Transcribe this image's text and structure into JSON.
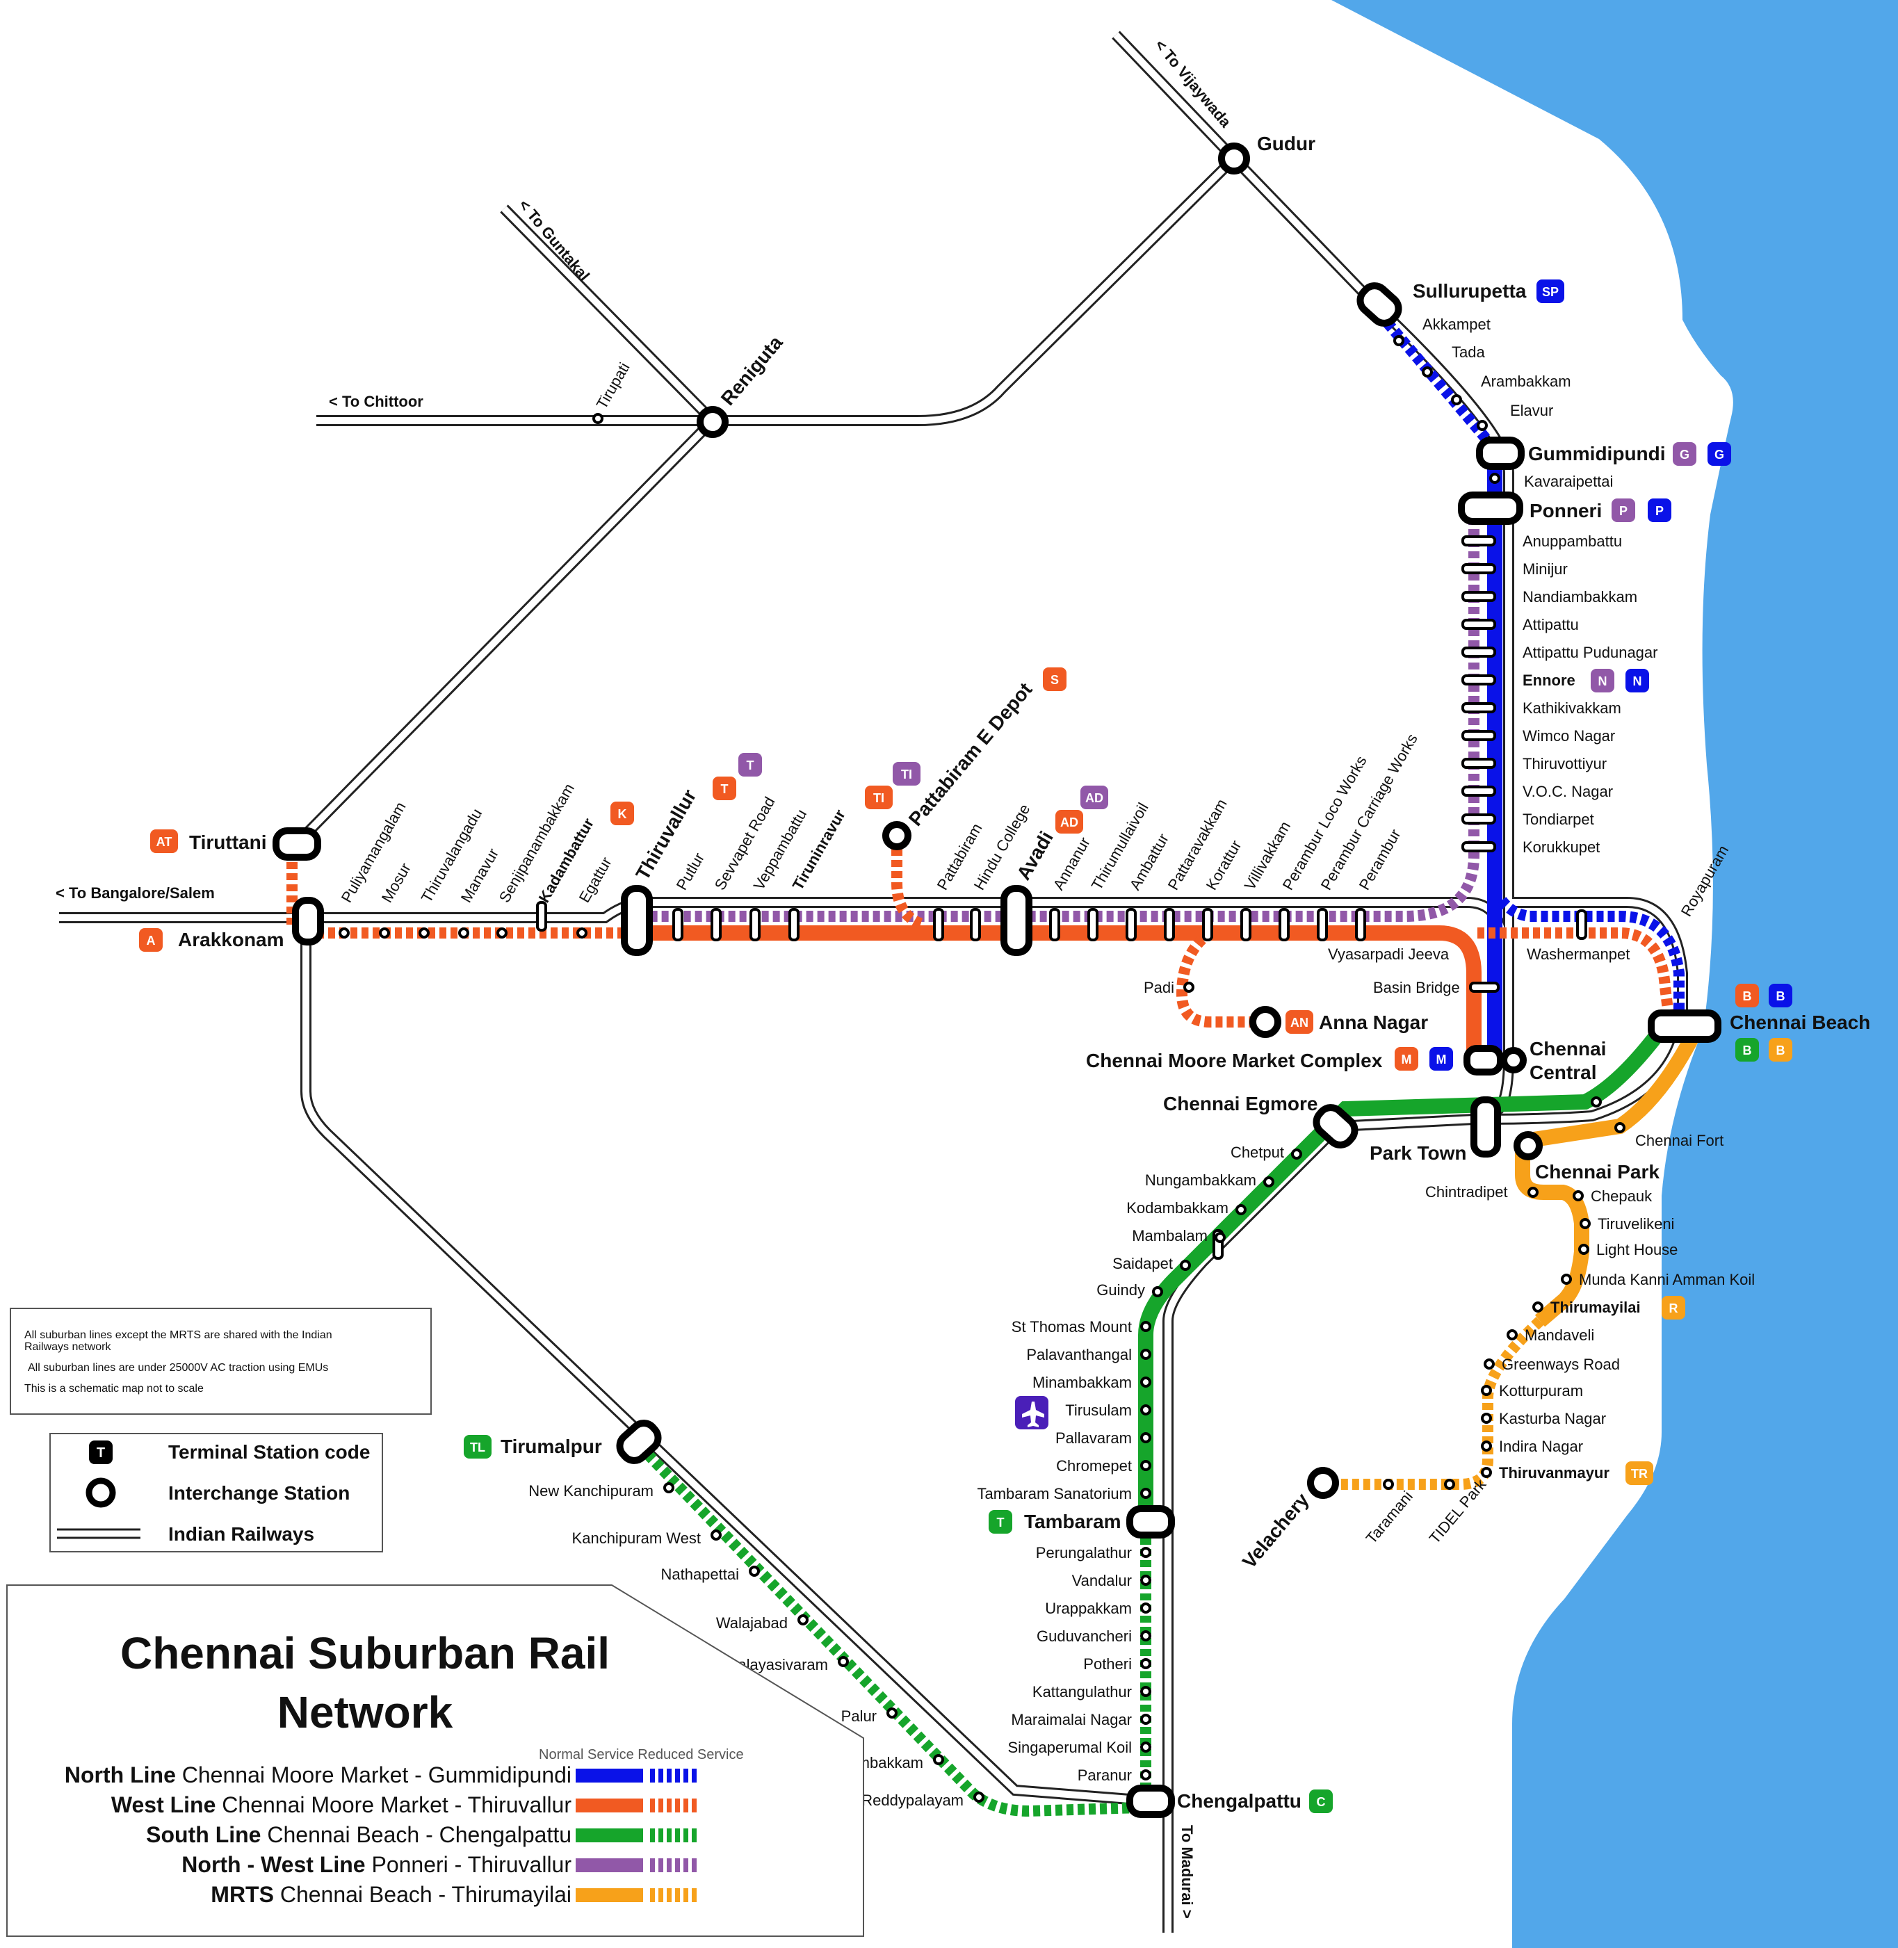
{
  "title": {
    "line1": "Chennai Suburban Rail",
    "line2": "Network"
  },
  "colors": {
    "north": "#0a12e8",
    "west": "#f15a22",
    "south": "#16a52b",
    "northwest": "#9158a8",
    "mrts": "#f7a11a",
    "sea": "#52a7ea",
    "railway": "#222222"
  },
  "notes": [
    "All suburban lines except the MRTS are shared with the Indian",
    "Railways network",
    "All suburban lines are under  25000V AC traction using EMUs",
    "This is a schematic map not to scale"
  ],
  "legend": {
    "terminal_label": "Terminal Station code",
    "terminal_symbol": "T",
    "interchange_label": "Interchange Station",
    "railways_label": "Indian Railways"
  },
  "service_header": "Normal Service Reduced Service",
  "lines": [
    {
      "name": "North Line",
      "route": "Chennai Moore Market -  Gummidipundi",
      "color": "#0a12e8"
    },
    {
      "name": "West Line",
      "route": "Chennai Moore Market - Thiruvallur",
      "color": "#f15a22"
    },
    {
      "name": "South Line",
      "route": "Chennai Beach - Chengalpattu",
      "color": "#16a52b"
    },
    {
      "name": "North - West Line",
      "route": "Ponneri - Thiruvallur",
      "color": "#9158a8"
    },
    {
      "name": "MRTS",
      "route": "Chennai Beach - Thirumayilai",
      "color": "#f7a11a"
    }
  ],
  "directions": {
    "vijayawada": "< To Vijaywada",
    "guntakal": "< To Guntakal",
    "chittoor": "< To Chittoor",
    "bangalore": "< To Bangalore/Salem",
    "madurai": "To Madurai >"
  },
  "major_stations": {
    "gudur": "Gudur",
    "renigunta": "Reniguta",
    "tiruttani": "Tiruttani",
    "arakkonam": "Arakkonam",
    "thiruvallur": "Thiruvallur",
    "pattabiram_e_depot": "Pattabiram E Depot",
    "avadi": "Avadi",
    "anna_nagar": "Anna Nagar",
    "sullurupetta": "Sullurupetta",
    "gummidipundi": "Gummidipundi",
    "ponneri": "Ponneri",
    "chennai_beach": "Chennai Beach",
    "chennai_central_1": "Chennai",
    "chennai_central_2": "Central",
    "moore_market": "Chennai Moore  Market Complex",
    "chennai_egmore": "Chennai Egmore",
    "park_town": "Park Town",
    "chennai_park": "Chennai Park",
    "tirumalpur": "Tirumalpur",
    "tambaram": "Tambaram",
    "chengalpattu": "Chengalpattu",
    "velachery": "Velachery"
  },
  "bold_stations": {
    "kadambattur": "Kadambattur",
    "tiruninravur": "Tiruninravur",
    "ennore": "Ennore",
    "thirumayilai": "Thirumayilai",
    "thiruvanmayur": "Thiruvanmayur"
  },
  "codes": {
    "AT": "AT",
    "A": "A",
    "K": "K",
    "T": "T",
    "TI": "TI",
    "S": "S",
    "AD": "AD",
    "AN": "AN",
    "SP": "SP",
    "G": "G",
    "P": "P",
    "N": "N",
    "B": "B",
    "M": "M",
    "TL": "TL",
    "C": "C",
    "R": "R",
    "TR": "TR"
  },
  "stations": {
    "akkampet": "Akkampet",
    "tada": "Tada",
    "arambakkam": "Arambakkam",
    "elavur": "Elavur",
    "kavaraipettai": "Kavaraipettai",
    "north_line": [
      "Anuppambattu",
      "Minijur",
      "Nandiambakkam",
      "Attipattu",
      "Attipattu Pudunagar",
      "Ennore",
      "Kathikivakkam",
      "Wimco Nagar",
      "Thiruvottiyur",
      "V.O.C. Nagar",
      "Tondiarpet",
      "Korukkupet"
    ],
    "west_a": [
      "Puliyamangalam",
      "Mosur",
      "Thiruvalangadu",
      "Manavur",
      "Senjipanambakkam",
      "Kadambattur",
      "Egattur"
    ],
    "west_b": [
      "Putlur",
      "Sevvapet Road",
      "Veppambattu",
      "Tiruninravur"
    ],
    "west_c": [
      "Pattabiram",
      "Hindu College"
    ],
    "west_d": [
      "Annanur",
      "Thirumullaivoil",
      "Ambattur",
      "Pattaravakkam",
      "Korattur",
      "Villivakkam",
      "Perambur Loco Works",
      "Perambur Carriage Works",
      "Perambur"
    ],
    "vyasarpadi": "Vyasarpadi Jeeva",
    "basin_bridge": "Basin Bridge",
    "padi": "Padi",
    "washermanpet": "Washermanpet",
    "royapuram": "Royapuram",
    "tirupati": "Tirupati",
    "south_a": [
      "Chetput",
      "Nungambakkam",
      "Kodambakkam",
      "Mambalam",
      "Saidapet",
      "Guindy"
    ],
    "south_b": [
      "St Thomas Mount",
      "Palavanthangal",
      "Minambakkam",
      "Tirusulam",
      "Pallavaram",
      "Chromepet",
      "Tambaram Sanatorium"
    ],
    "south_c": [
      "Perungalathur",
      "Vandalur",
      "Urappakkam",
      "Guduvancheri",
      "Potheri",
      "Kattangulathur",
      "Maraimalai Nagar",
      "Singaperumal Koil",
      "Paranur"
    ],
    "kanchi": [
      "New Kanchipuram",
      "Kanchipuram West",
      "Nathapettai",
      "Walajabad",
      "Palayasivaram",
      "Palur",
      "Villiambakkam",
      "Reddypalayam"
    ],
    "chennai_fort": "Chennai Fort",
    "chintradipet": "Chintradipet",
    "mrts_east": [
      "Chepauk",
      "Tiruvelikeni",
      "Light House",
      "Munda Kanni Amman Koil",
      "Thirumayilai",
      "Mandaveli",
      "Greenways Road",
      "Kotturpuram",
      "Kasturba Nagar",
      "Indira Nagar",
      "Thiruvanmayur"
    ],
    "taramani": "Taramani",
    "tidel_park": "TIDEL Park"
  }
}
